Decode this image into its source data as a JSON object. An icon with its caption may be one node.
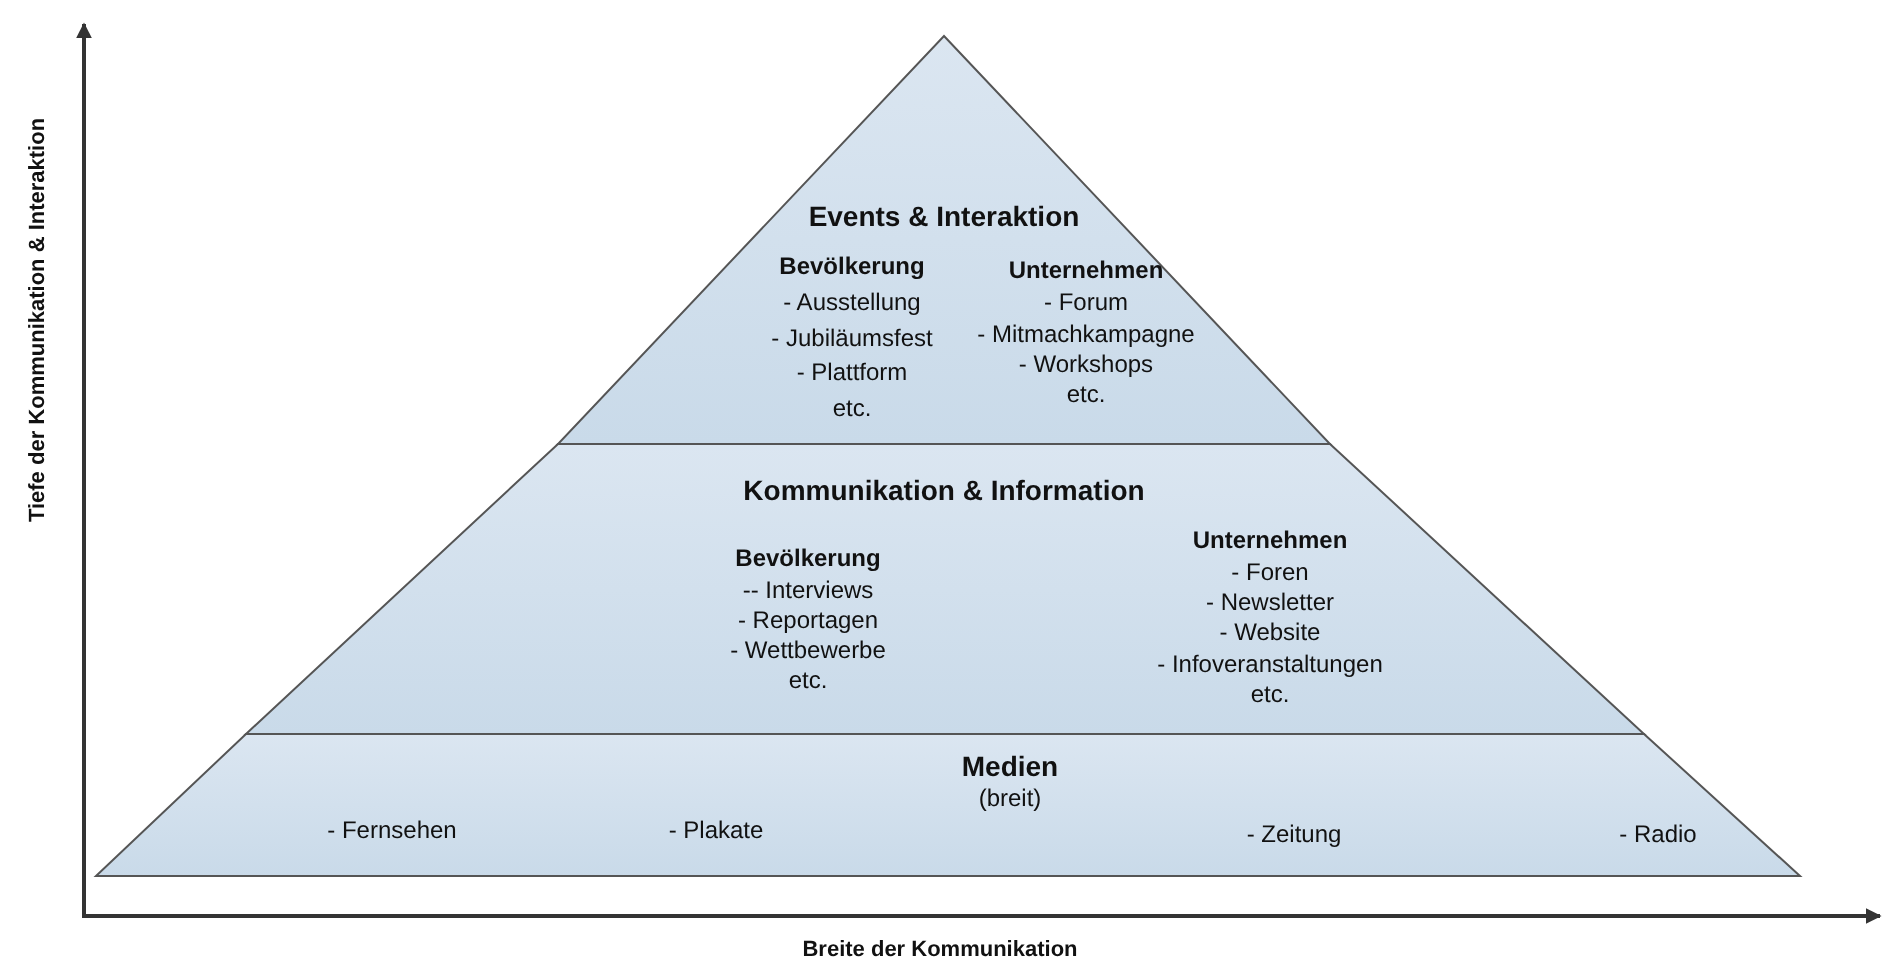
{
  "diagram": {
    "nodes": [
      {
        "text": [
          "Events & Interaktion",
          "Bevölkerung",
          "- Ausstellung",
          "- Jubiläumsfest",
          "- Plattform",
          "etc.",
          "Unternehmen",
          "- Forum",
          "- Mitmachkampagne",
          "- Workshops",
          "etc."
        ]
      },
      {
        "text": [
          "Kommunikation & Information",
          "Bevölkerung",
          "-- Interviews",
          "- Reportagen",
          "- Wettbewerbe",
          "etc.",
          "Unternehmen",
          "- Foren",
          "- Newsletter",
          "- Website",
          "- Infoveranstaltungen",
          "etc."
        ]
      },
      {
        "text": [
          "Medien",
          "(breit)",
          "- Fernsehen",
          "- Plakate",
          "- Zeitung",
          "- Radio"
        ]
      }
    ],
    "labels": [
      "Tiefe der Kommunikation & Interaktion",
      "Breite der Kommunikation"
    ]
  }
}
